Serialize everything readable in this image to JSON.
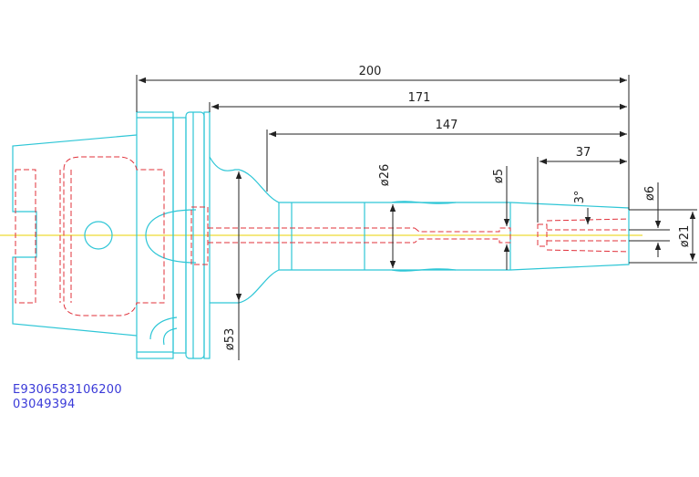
{
  "dimensions": {
    "length_200": "200",
    "length_171": "171",
    "length_147": "147",
    "length_37": "37",
    "dia_26": "ø26",
    "dia_5": "ø5",
    "dia_6": "ø6",
    "dia_21": "ø21",
    "dia_53": "ø53",
    "angle_3": "3°"
  },
  "part_codes": {
    "line1": "E9306583106200",
    "line2": "03049394"
  },
  "colors": {
    "outline": "#2ec6d6",
    "hidden": "#e0303a",
    "dimension": "#222222",
    "centerline": "#e8d000",
    "code_text": "#3a3ad8"
  }
}
